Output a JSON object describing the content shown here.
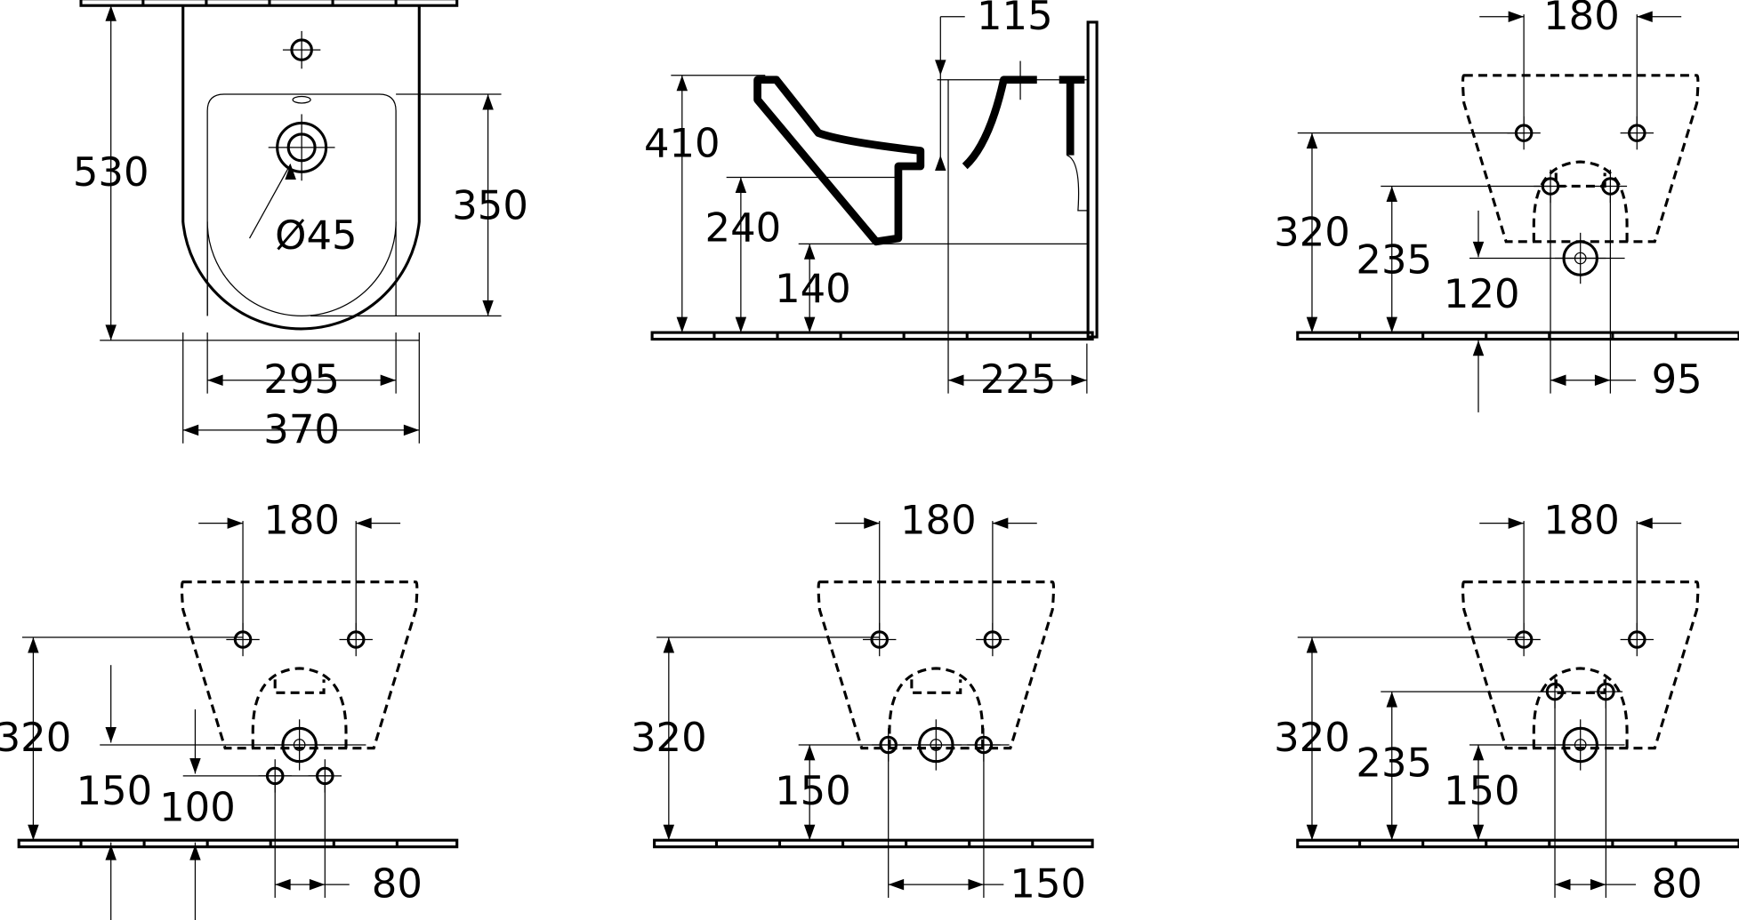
{
  "title": "Bidet dimension drawing",
  "top_view": {
    "height": "530",
    "basin_depth": "350",
    "hole": "Ø45",
    "inner_width": "295",
    "outer_width": "370"
  },
  "side_view": {
    "top_offset": "115",
    "height": "410",
    "inlet_height": "240",
    "outlet_height": "140",
    "depth": "225"
  },
  "rear_view_1": {
    "bolt_spacing": "180",
    "bolt_height": "320",
    "supply_height": "235",
    "drain_height": "120",
    "supply_spacing": "95"
  },
  "rear_view_2": {
    "bolt_spacing": "180",
    "bolt_height": "320",
    "drain_height": "150",
    "supply_height": "100",
    "supply_spacing": "80"
  },
  "rear_view_3": {
    "bolt_spacing": "180",
    "bolt_height": "320",
    "supply_height": "150",
    "supply_spacing": "150"
  },
  "rear_view_4": {
    "bolt_spacing": "180",
    "bolt_height": "320",
    "supply_height": "235",
    "drain_height": "150",
    "supply_spacing": "80"
  }
}
